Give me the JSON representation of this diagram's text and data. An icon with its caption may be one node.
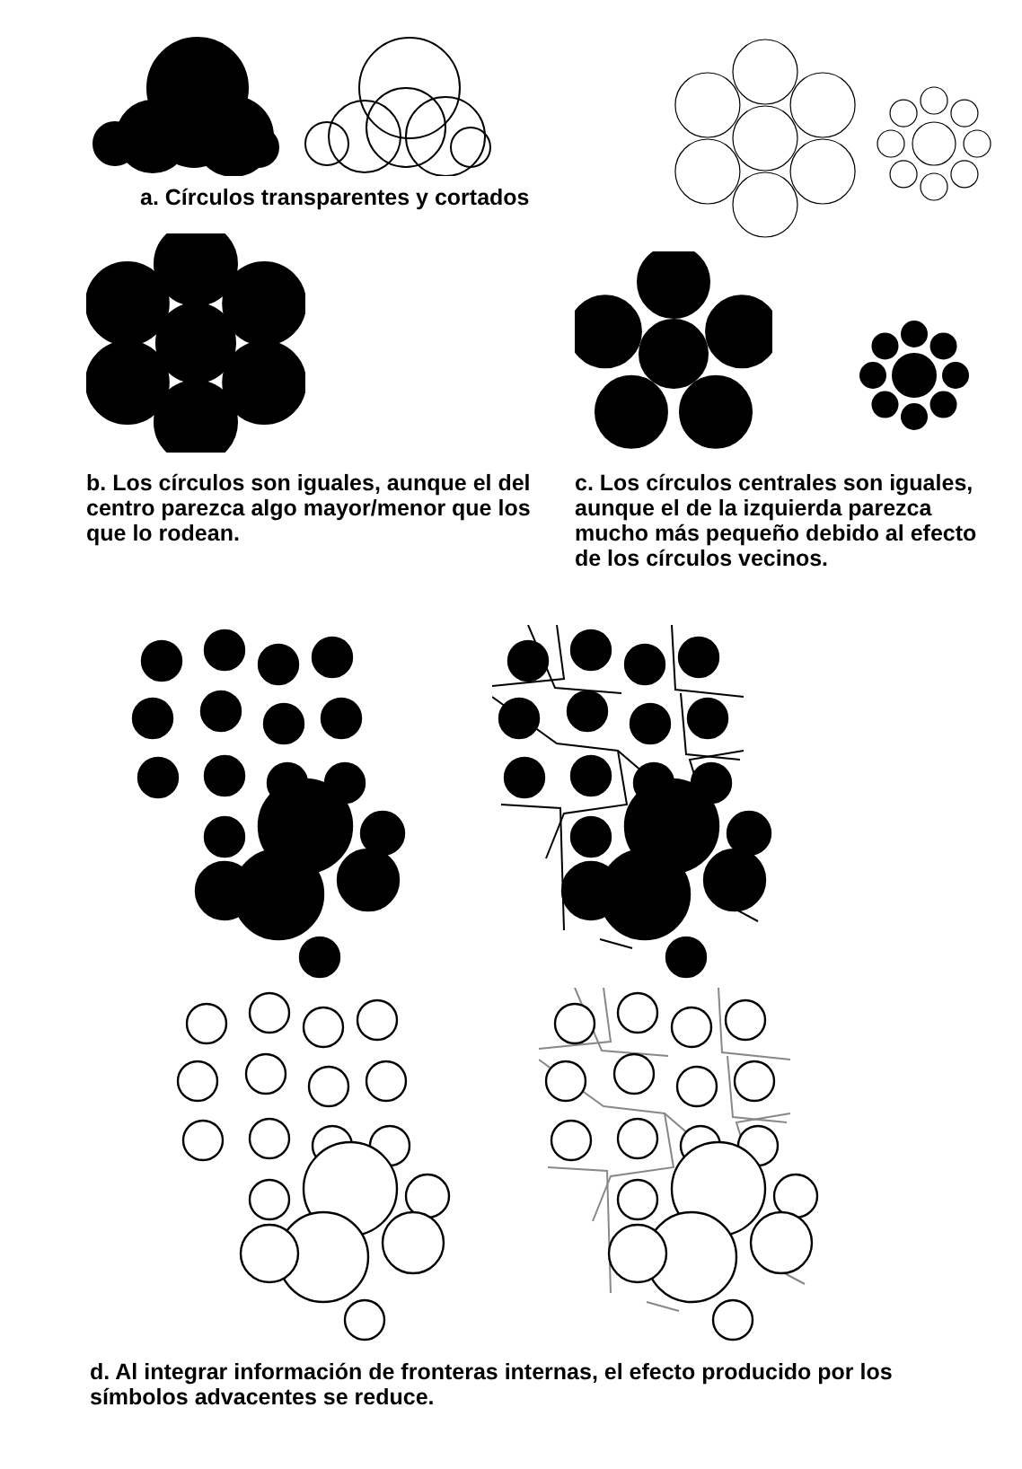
{
  "diagram": {
    "labels": [
      "a. Círculos transparentes y cortados",
      "b. Los círculos son iguales, aunque el del centro parezca algo mayor/menor que los que lo rodean.",
      "c. Los círculos centrales son iguales, aunque el de la izquierda parezca mucho más pequeño debido al efecto de los círculos vecinos.",
      "d. Al integrar información de fronteras internas, el efecto producido por los símbolos advacentes se reduce."
    ]
  }
}
